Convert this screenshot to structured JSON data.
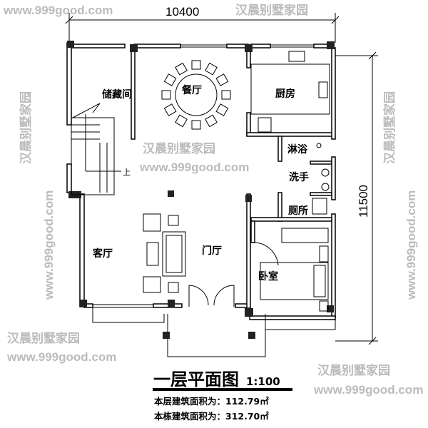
{
  "dimensions": {
    "width": "10400",
    "depth": "11500"
  },
  "rooms": {
    "storage": "储藏间",
    "dining": "餐厅",
    "kitchen": "厨房",
    "shower": "淋浴",
    "washroom": "洗手",
    "toilet": "厕所",
    "living": "客厅",
    "foyer": "门厅",
    "bedroom": "卧室",
    "stair_up": "上"
  },
  "title": {
    "text": "一层平面图",
    "scale": "1:100"
  },
  "areas": {
    "floor_area": "本层建筑面积为：112.79㎡",
    "total_area": "本栋建筑面积为：312.70㎡"
  },
  "watermark": {
    "brand": "汉晨别墅家园",
    "url": "www.999good.com"
  }
}
